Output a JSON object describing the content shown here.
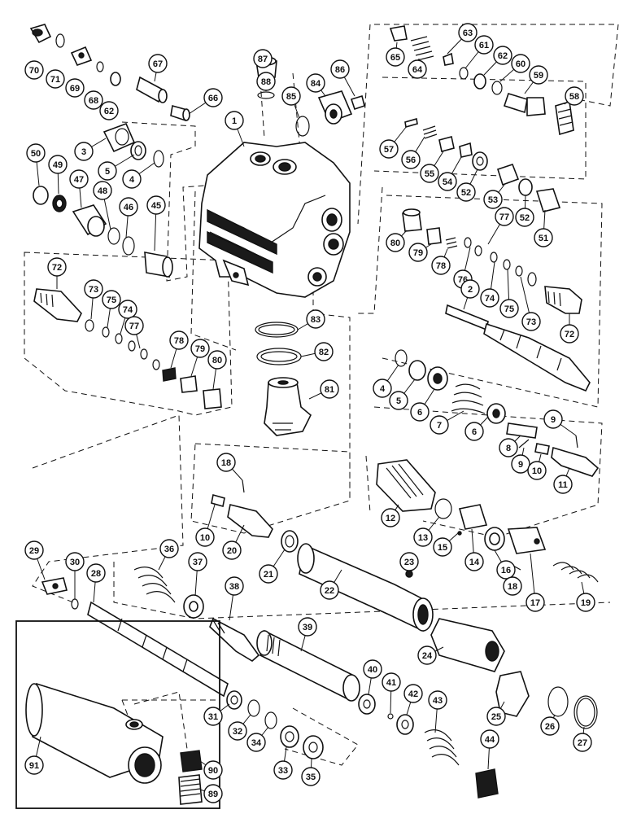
{
  "callouts": [
    {
      "id": "c70",
      "label": "70"
    },
    {
      "id": "c71",
      "label": "71"
    },
    {
      "id": "c69",
      "label": "69"
    },
    {
      "id": "c68",
      "label": "68"
    },
    {
      "id": "c62a",
      "label": "62"
    },
    {
      "id": "c67",
      "label": "67"
    },
    {
      "id": "c66",
      "label": "66"
    },
    {
      "id": "c87",
      "label": "87"
    },
    {
      "id": "c88",
      "label": "88"
    },
    {
      "id": "c1",
      "label": "1"
    },
    {
      "id": "c84",
      "label": "84"
    },
    {
      "id": "c86",
      "label": "86"
    },
    {
      "id": "c85",
      "label": "85"
    },
    {
      "id": "c3",
      "label": "3"
    },
    {
      "id": "c5a",
      "label": "5"
    },
    {
      "id": "c4a",
      "label": "4"
    },
    {
      "id": "c50",
      "label": "50"
    },
    {
      "id": "c49",
      "label": "49"
    },
    {
      "id": "c47",
      "label": "47"
    },
    {
      "id": "c48",
      "label": "48"
    },
    {
      "id": "c46",
      "label": "46"
    },
    {
      "id": "c45",
      "label": "45"
    },
    {
      "id": "c65",
      "label": "65"
    },
    {
      "id": "c64",
      "label": "64"
    },
    {
      "id": "c63",
      "label": "63"
    },
    {
      "id": "c61",
      "label": "61"
    },
    {
      "id": "c62b",
      "label": "62"
    },
    {
      "id": "c60",
      "label": "60"
    },
    {
      "id": "c59",
      "label": "59"
    },
    {
      "id": "c58",
      "label": "58"
    },
    {
      "id": "c57",
      "label": "57"
    },
    {
      "id": "c56",
      "label": "56"
    },
    {
      "id": "c55",
      "label": "55"
    },
    {
      "id": "c54",
      "label": "54"
    },
    {
      "id": "c52a",
      "label": "52"
    },
    {
      "id": "c53",
      "label": "53"
    },
    {
      "id": "c52b",
      "label": "52"
    },
    {
      "id": "c51",
      "label": "51"
    },
    {
      "id": "c80a",
      "label": "80"
    },
    {
      "id": "c79a",
      "label": "79"
    },
    {
      "id": "c78a",
      "label": "78"
    },
    {
      "id": "c77a",
      "label": "77"
    },
    {
      "id": "c76",
      "label": "76"
    },
    {
      "id": "c74a",
      "label": "74"
    },
    {
      "id": "c75a",
      "label": "75"
    },
    {
      "id": "c73a",
      "label": "73"
    },
    {
      "id": "c2",
      "label": "2"
    },
    {
      "id": "c72a",
      "label": "72"
    },
    {
      "id": "c72b",
      "label": "72"
    },
    {
      "id": "c73b",
      "label": "73"
    },
    {
      "id": "c75b",
      "label": "75"
    },
    {
      "id": "c74b",
      "label": "74"
    },
    {
      "id": "c77b",
      "label": "77"
    },
    {
      "id": "c78b",
      "label": "78"
    },
    {
      "id": "c79b",
      "label": "79"
    },
    {
      "id": "c80b",
      "label": "80"
    },
    {
      "id": "c83",
      "label": "83"
    },
    {
      "id": "c82",
      "label": "82"
    },
    {
      "id": "c81",
      "label": "81"
    },
    {
      "id": "c4b",
      "label": "4"
    },
    {
      "id": "c5b",
      "label": "5"
    },
    {
      "id": "c6a",
      "label": "6"
    },
    {
      "id": "c7",
      "label": "7"
    },
    {
      "id": "c6b",
      "label": "6"
    },
    {
      "id": "c8",
      "label": "8"
    },
    {
      "id": "c9a",
      "label": "9"
    },
    {
      "id": "c9b",
      "label": "9"
    },
    {
      "id": "c10a",
      "label": "10"
    },
    {
      "id": "c11",
      "label": "11"
    },
    {
      "id": "c18a",
      "label": "18"
    },
    {
      "id": "c10b",
      "label": "10"
    },
    {
      "id": "c20",
      "label": "20"
    },
    {
      "id": "c12",
      "label": "12"
    },
    {
      "id": "c13",
      "label": "13"
    },
    {
      "id": "c15",
      "label": "15"
    },
    {
      "id": "c14",
      "label": "14"
    },
    {
      "id": "c16",
      "label": "16"
    },
    {
      "id": "c18b",
      "label": "18"
    },
    {
      "id": "c17",
      "label": "17"
    },
    {
      "id": "c19",
      "label": "19"
    },
    {
      "id": "c29",
      "label": "29"
    },
    {
      "id": "c30",
      "label": "30"
    },
    {
      "id": "c28",
      "label": "28"
    },
    {
      "id": "c36",
      "label": "36"
    },
    {
      "id": "c37",
      "label": "37"
    },
    {
      "id": "c38",
      "label": "38"
    },
    {
      "id": "c21",
      "label": "21"
    },
    {
      "id": "c22",
      "label": "22"
    },
    {
      "id": "c23",
      "label": "23"
    },
    {
      "id": "c39",
      "label": "39"
    },
    {
      "id": "c24",
      "label": "24"
    },
    {
      "id": "c25",
      "label": "25"
    },
    {
      "id": "c26",
      "label": "26"
    },
    {
      "id": "c27",
      "label": "27"
    },
    {
      "id": "c40",
      "label": "40"
    },
    {
      "id": "c41",
      "label": "41"
    },
    {
      "id": "c42",
      "label": "42"
    },
    {
      "id": "c43",
      "label": "43"
    },
    {
      "id": "c44",
      "label": "44"
    },
    {
      "id": "c31",
      "label": "31"
    },
    {
      "id": "c32",
      "label": "32"
    },
    {
      "id": "c34",
      "label": "34"
    },
    {
      "id": "c33",
      "label": "33"
    },
    {
      "id": "c35",
      "label": "35"
    },
    {
      "id": "c91",
      "label": "91"
    },
    {
      "id": "c90",
      "label": "90"
    },
    {
      "id": "c89",
      "label": "89"
    }
  ]
}
